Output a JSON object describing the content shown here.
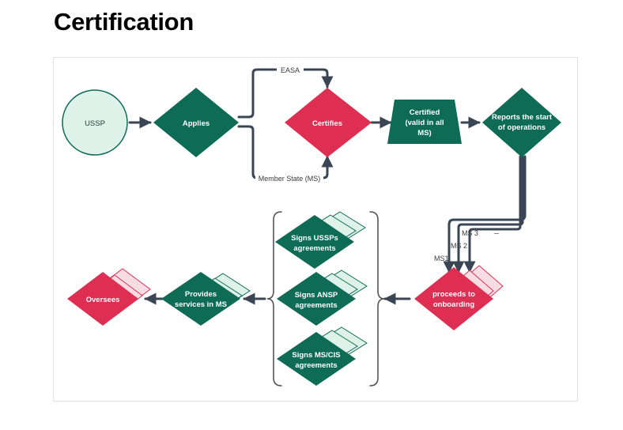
{
  "page": {
    "title": "Certification"
  },
  "colors": {
    "green": "#0e6b55",
    "red": "#de2f53",
    "light_green": "#def2ea",
    "arrow": "#3b4655",
    "text": "#3a3a3a"
  },
  "nodes": {
    "ussp": "USSP",
    "applies": "Applies",
    "certifies": "Certifies",
    "certified": [
      "Certified",
      "(valid in all",
      "MS)"
    ],
    "reports": [
      "Reports the start",
      "of operations"
    ],
    "onboarding": [
      "proceeds to",
      "onboarding"
    ],
    "signs_ussp": [
      "Signs USSPs",
      "agreements"
    ],
    "signs_ansp": [
      "Signs ANSP",
      "agreements"
    ],
    "signs_ms": [
      "Signs MS/CIS",
      "agreements"
    ],
    "provides": [
      "Provides",
      "services in MS"
    ],
    "oversees": "Oversees"
  },
  "edge_labels": {
    "easa": "EASA",
    "member_state": "Member State (MS)",
    "ms1": "MS1",
    "ms2": "MS 2",
    "ms3": "MS 3"
  }
}
